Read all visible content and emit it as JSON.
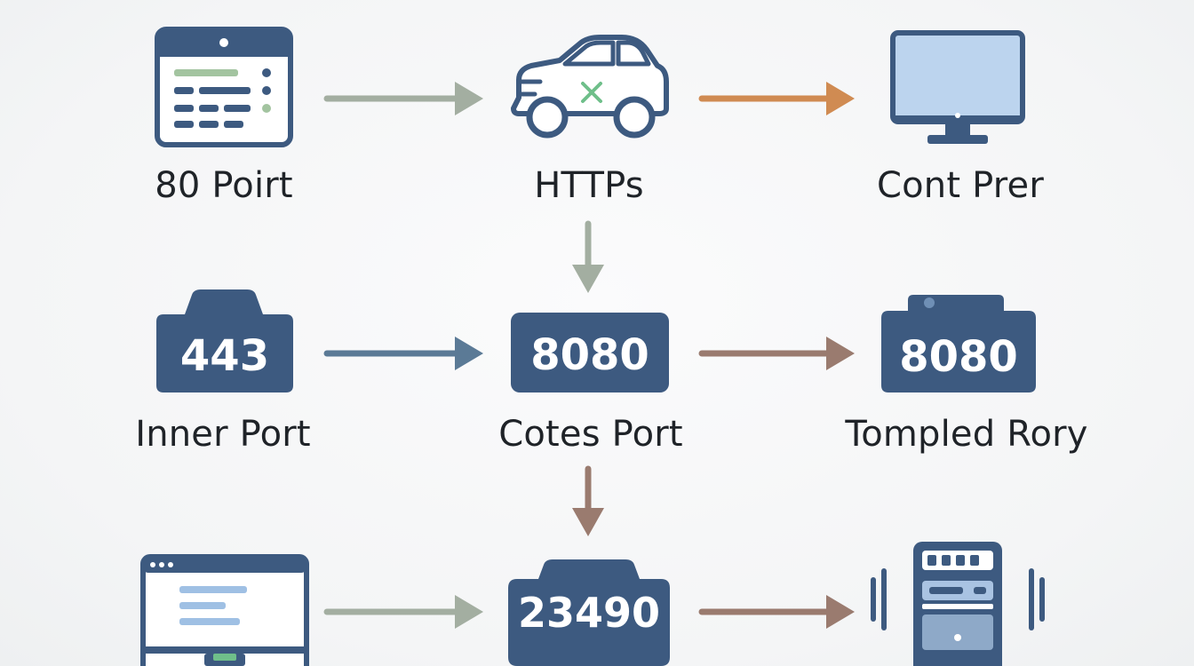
{
  "colors": {
    "navy": "#3d5a80",
    "navy_dark": "#34506f",
    "screen_blue": "#bcd4ee",
    "green_arrow": "#a3aea1",
    "steel_arrow": "#5b7a96",
    "orange_arrow": "#d08b52",
    "brown_arrow": "#9a7b6f",
    "green_accent": "#6fbf8a",
    "text": "#1f2328"
  },
  "nodes": {
    "n80": {
      "label": "80 Poirt",
      "icon": "calendar-form-icon"
    },
    "https": {
      "label": "HTTPs",
      "icon": "car-icon"
    },
    "cont": {
      "label": "Cont Prer",
      "icon": "monitor-icon"
    },
    "p443": {
      "label": "Inner Port",
      "badge": "443",
      "icon": "folder-badge-icon"
    },
    "p8080a": {
      "label": "Cotes Port",
      "badge": "8080",
      "icon": "badge-icon"
    },
    "p8080b": {
      "label": "Tompled Rory",
      "badge": "8080",
      "icon": "camera-badge-icon"
    },
    "browser": {
      "label": "",
      "icon": "browser-window-icon"
    },
    "p23490": {
      "label": "",
      "badge": "23490",
      "icon": "badge-icon"
    },
    "server": {
      "label": "",
      "icon": "server-signal-icon"
    }
  }
}
